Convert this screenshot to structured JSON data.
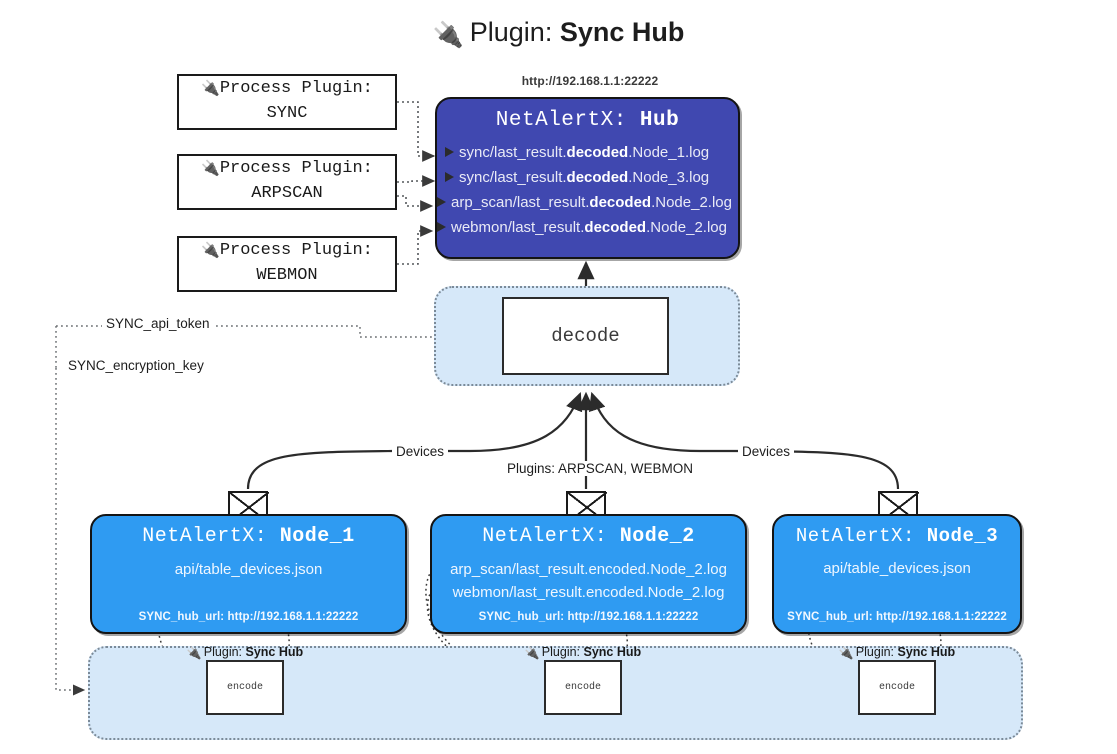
{
  "title": {
    "icon": "plug-icon",
    "prefix": "Plugin: ",
    "name": "Sync Hub"
  },
  "process_plugins": [
    {
      "icon": "plug-icon",
      "line1": "Process Plugin:",
      "line2": "SYNC"
    },
    {
      "icon": "plug-icon",
      "line1": "Process Plugin:",
      "line2": "ARPSCAN"
    },
    {
      "icon": "plug-icon",
      "line1": "Process Plugin:",
      "line2": "WEBMON"
    }
  ],
  "hub": {
    "url": "http://192.168.1.1:22222",
    "title_prefix": "NetAlertX: ",
    "title_name": "Hub",
    "logs": [
      {
        "pre": "sync/last_result.",
        "bold": "decoded",
        "post": ".Node_1.log"
      },
      {
        "pre": "sync/last_result.",
        "bold": "decoded",
        "post": ".Node_3.log"
      },
      {
        "pre": "arp_scan/last_result.",
        "bold": "decoded",
        "post": ".Node_2.log"
      },
      {
        "pre": "webmon/last_result.",
        "bold": "decoded",
        "post": ".Node_2.log"
      }
    ]
  },
  "decode": {
    "label": "decode"
  },
  "secrets": {
    "api_token": "SYNC_api_token",
    "encryption_key": "SYNC_encryption_key"
  },
  "edges": {
    "devices_left": "Devices",
    "devices_right": "Devices",
    "plugins_mid": "Plugins: ARPSCAN, WEBMON"
  },
  "nodes": [
    {
      "title_prefix": "NetAlertX: ",
      "title_name": "Node_1",
      "lines": [
        "api/table_devices.json"
      ],
      "footer": "SYNC_hub_url: http://192.168.1.1:22222",
      "envelope_icon": "envelope-icon"
    },
    {
      "title_prefix": "NetAlertX: ",
      "title_name": "Node_2",
      "lines": [
        "arp_scan/last_result.encoded.Node_2.log",
        "webmon/last_result.encoded.Node_2.log"
      ],
      "footer": "SYNC_hub_url: http://192.168.1.1:22222",
      "envelope_icon": "envelope-icon"
    },
    {
      "title_prefix": "NetAlertX: ",
      "title_name": "Node_3",
      "lines": [
        "api/table_devices.json"
      ],
      "footer": "SYNC_hub_url: http://192.168.1.1:22222",
      "envelope_icon": "envelope-icon"
    }
  ],
  "encoders": [
    {
      "caption_icon": "plug-icon",
      "caption_prefix": "Plugin: ",
      "caption_name": "Sync Hub",
      "label": "encode"
    },
    {
      "caption_icon": "plug-icon",
      "caption_prefix": "Plugin: ",
      "caption_name": "Sync Hub",
      "label": "encode"
    },
    {
      "caption_icon": "plug-icon",
      "caption_prefix": "Plugin: ",
      "caption_name": "Sync Hub",
      "label": "encode"
    }
  ],
  "colors": {
    "hub_fill": "#4048b0",
    "node_fill": "#2f9bf2",
    "lane_fill": "#d6e8f9",
    "lane_border": "#7b8a98",
    "stroke": "#2b2b2b"
  }
}
